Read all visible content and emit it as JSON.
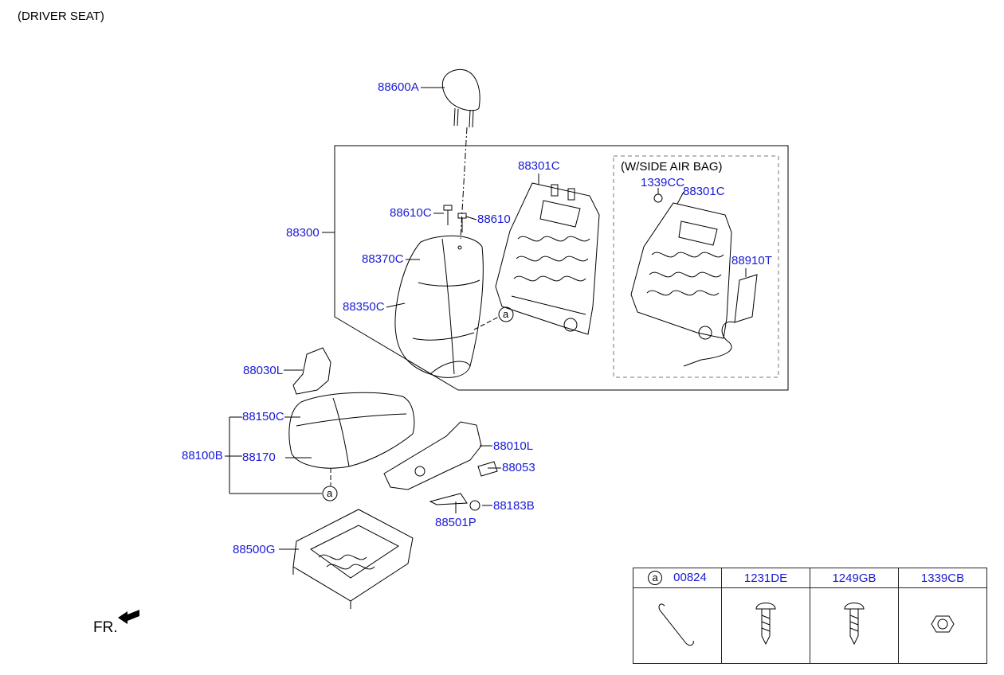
{
  "title": "(DRIVER SEAT)",
  "airbag_variant_label": "(W/SIDE AIR BAG)",
  "callout_letter": "a",
  "front_marker": "FR.",
  "parts": {
    "headrest": "88600A",
    "back_assy": "88300",
    "guide_c": "88610C",
    "guide": "88610",
    "back_frame": "88301C",
    "back_frame_airbag": "88301C",
    "nut_airbag": "1339CC",
    "airbag_module": "88910T",
    "back_pad": "88370C",
    "back_cover": "88350C",
    "shield_inner": "88030L",
    "cushion_cover": "88150C",
    "cushion_assy": "88100B",
    "cushion_pad": "88170",
    "shield_outer": "88010L",
    "knob": "88053",
    "cap": "88183B",
    "lever": "88501P",
    "track_assy": "88500G"
  },
  "legend": {
    "headers": [
      "00824",
      "1231DE",
      "1249GB",
      "1339CB"
    ],
    "icons": [
      "hook-wire-icon",
      "screw-icon",
      "bolt-icon",
      "hex-nut-icon"
    ]
  },
  "colors": {
    "label": "#1a1ad6",
    "line": "#000000"
  }
}
